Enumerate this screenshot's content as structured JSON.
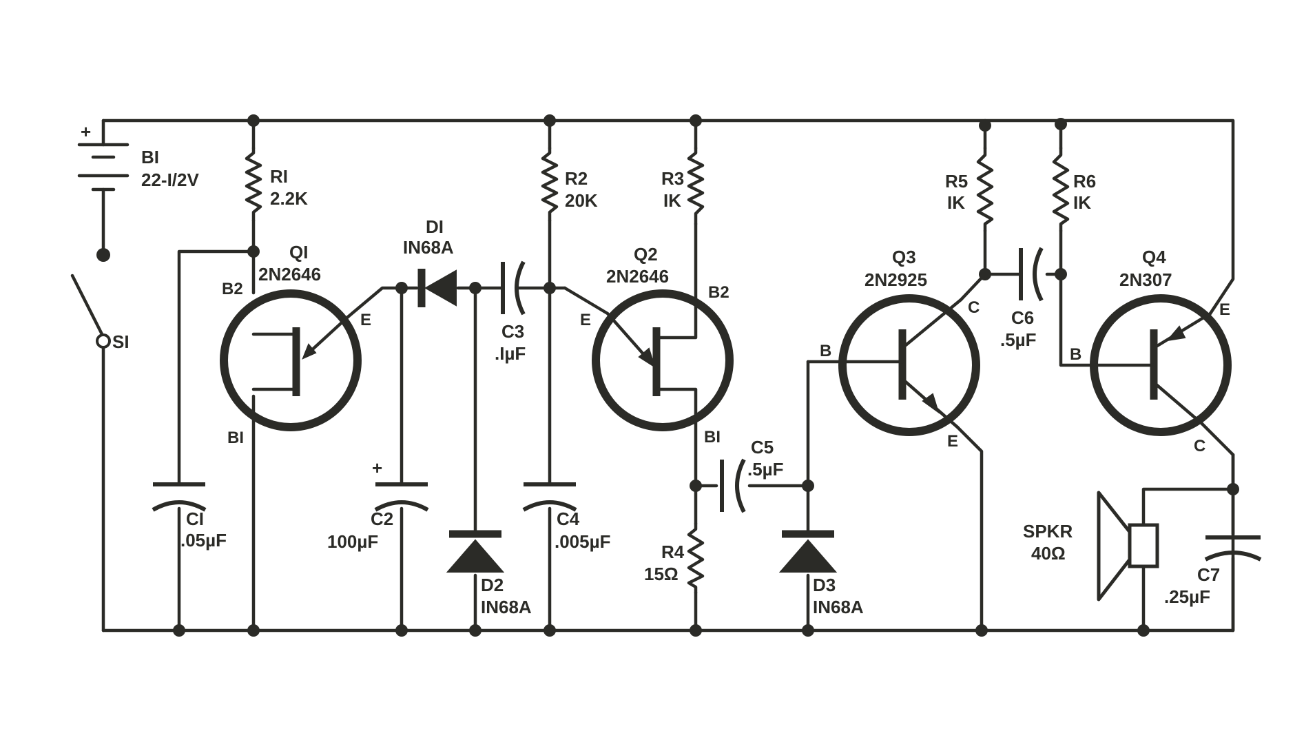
{
  "components": {
    "B1": {
      "ref": "BI",
      "value": "22-I/2V",
      "plus": "+"
    },
    "S1": {
      "ref": "SI"
    },
    "R1": {
      "ref": "RI",
      "value": "2.2K"
    },
    "R2": {
      "ref": "R2",
      "value": "20K"
    },
    "R3": {
      "ref": "R3",
      "value": "IK"
    },
    "R4": {
      "ref": "R4",
      "value": "15Ω"
    },
    "R5": {
      "ref": "R5",
      "value": "IK"
    },
    "R6": {
      "ref": "R6",
      "value": "IK"
    },
    "C1": {
      "ref": "CI",
      "value": ".05µF"
    },
    "C2": {
      "ref": "C2",
      "value": "100µF",
      "plus": "+"
    },
    "C3": {
      "ref": "C3",
      "value": ".IµF"
    },
    "C4": {
      "ref": "C4",
      "value": ".005µF"
    },
    "C5": {
      "ref": "C5",
      "value": ".5µF"
    },
    "C6": {
      "ref": "C6",
      "value": ".5µF"
    },
    "C7": {
      "ref": "C7",
      "value": ".25µF"
    },
    "D1": {
      "ref": "DI",
      "value": "IN68A"
    },
    "D2": {
      "ref": "D2",
      "value": "IN68A"
    },
    "D3": {
      "ref": "D3",
      "value": "IN68A"
    },
    "Q1": {
      "ref": "QI",
      "value": "2N2646",
      "pins": {
        "b2": "B2",
        "b1": "BI",
        "e": "E"
      }
    },
    "Q2": {
      "ref": "Q2",
      "value": "2N2646",
      "pins": {
        "b2": "B2",
        "b1": "BI",
        "e": "E"
      }
    },
    "Q3": {
      "ref": "Q3",
      "value": "2N2925",
      "pins": {
        "b": "B",
        "c": "C",
        "e": "E"
      }
    },
    "Q4": {
      "ref": "Q4",
      "value": "2N307",
      "pins": {
        "b": "B",
        "c": "C",
        "e": "E"
      }
    },
    "SPKR": {
      "ref": "SPKR",
      "value": "40Ω"
    }
  }
}
